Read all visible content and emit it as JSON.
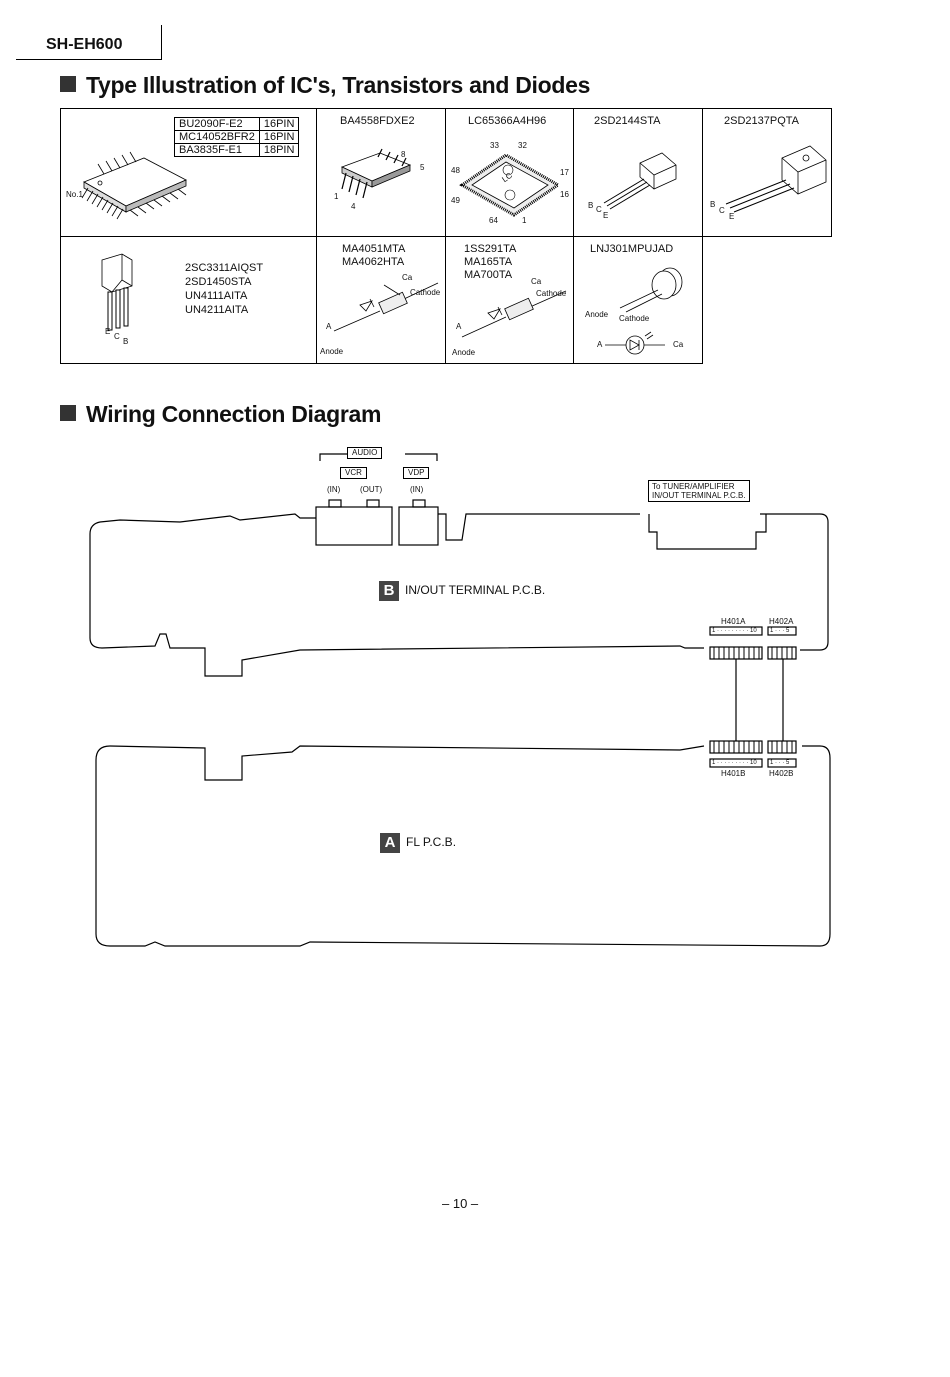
{
  "header": {
    "model": "SH-EH600"
  },
  "section1": {
    "title": "Type Illustration of IC's, Transistors and Diodes"
  },
  "cells": {
    "c1": {
      "rows": [
        {
          "part": "BU2090F-E2",
          "pins": "16PIN"
        },
        {
          "part": "MC14052BFR2",
          "pins": "16PIN"
        },
        {
          "part": "BA3835F-E1",
          "pins": "18PIN"
        }
      ],
      "pin_label": "No.1"
    },
    "c2": {
      "title": "BA4558FDXE2",
      "p8": "8",
      "p5": "5",
      "p1": "1",
      "p4": "4"
    },
    "c3": {
      "title": "LC65366A4H96",
      "p33": "33",
      "p32": "32",
      "p48": "48",
      "p17": "17",
      "p49": "49",
      "p16": "16",
      "p64": "64",
      "p1": "1",
      "chip_text": "LC"
    },
    "c4": {
      "title": "2SD2144STA",
      "b": "B",
      "c": "C",
      "e": "E"
    },
    "c5": {
      "title": "2SD2137PQTA",
      "b": "B",
      "c": "C",
      "e": "E"
    },
    "c6": {
      "parts": [
        "2SC3311AIQST",
        "2SD1450STA",
        "UN4111AITA",
        "UN4211AITA"
      ],
      "e": "E",
      "c": "C",
      "b": "B"
    },
    "c7": {
      "parts": [
        "MA4051MTA",
        "MA4062HTA"
      ],
      "ca": "Ca",
      "cathode": "Cathode",
      "a": "A",
      "anode": "Anode"
    },
    "c8": {
      "parts": [
        "1SS291TA",
        "MA165TA",
        "MA700TA"
      ],
      "ca": "Ca",
      "cathode": "Cathode",
      "a": "A",
      "anode": "Anode"
    },
    "c9": {
      "title": "LNJ301MPUJAD",
      "anode": "Anode",
      "cathode": "Cathode",
      "a": "A",
      "ca": "Ca"
    }
  },
  "section2": {
    "title": "Wiring Connection Diagram"
  },
  "wiring": {
    "audio": "AUDIO",
    "vcr": "VCR",
    "vdp": "VDP",
    "in1": "(IN)",
    "out": "(OUT)",
    "in2": "(IN)",
    "tuner_line1": "To TUNER/AMPLIFIER",
    "tuner_line2": "IN/OUT TERMINAL  P.C.B.",
    "board_b_badge": "B",
    "board_b_label": "IN/OUT TERMINAL P.C.B.",
    "board_a_badge": "A",
    "board_a_label": "FL P.C.B.",
    "h401a": "H401A",
    "h402a": "H402A",
    "h401b": "H401B",
    "h402b": "H402B",
    "range10": "1 · · · · · · · · · 10",
    "range5": "1 · · · 5"
  },
  "footer": {
    "page": "– 10 –"
  }
}
